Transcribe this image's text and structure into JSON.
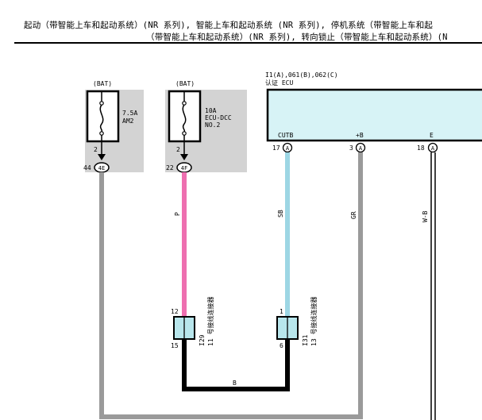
{
  "header": {
    "line1": "起动（带智能上车和起动系统）(NR 系列), 智能上车和起动系统 (NR 系列), 停机系统（带智能上车和起",
    "line2": "（带智能上车和起动系统）(NR 系列), 转向锁止（带智能上车和起动系统）(N"
  },
  "fuses": [
    {
      "source": "(BAT)",
      "rating": "7.5A",
      "name1": "AM2",
      "name2": "",
      "pin": "2",
      "terminal": "44",
      "connector": "4E"
    },
    {
      "source": "(BAT)",
      "rating": "10A",
      "name1": "ECU-DCC",
      "name2": "NO.2",
      "pin": "2",
      "terminal": "22",
      "connector": "4F"
    }
  ],
  "ecu": {
    "ref": "I1(A),061(B),062(C)",
    "name": "认证 ECU",
    "pins": [
      {
        "label": "CUTB",
        "number": "17",
        "conn": "A"
      },
      {
        "label": "+B",
        "number": "3",
        "conn": "A"
      },
      {
        "label": "E",
        "number": "18",
        "conn": "A"
      }
    ]
  },
  "wires": {
    "pink": "P",
    "lightblue": "SB",
    "gray": "GR",
    "white": "W-B",
    "black": "B"
  },
  "junctions": [
    {
      "id": "I29",
      "desc": "11 号接线连接器",
      "top_pin": "12",
      "bottom_pin": "15"
    },
    {
      "id": "I31",
      "desc": "13 号接线连接器",
      "top_pin": "1",
      "bottom_pin": "6"
    }
  ],
  "colors": {
    "pink": "#ee6fb0",
    "lightblue": "#9dd6e4",
    "gray": "#9a9a9a",
    "black": "#000000",
    "ecu_fill": "#d7f3f6",
    "fuse_bg": "#d3d3d3",
    "junction_fill": "#b8e6ec"
  }
}
